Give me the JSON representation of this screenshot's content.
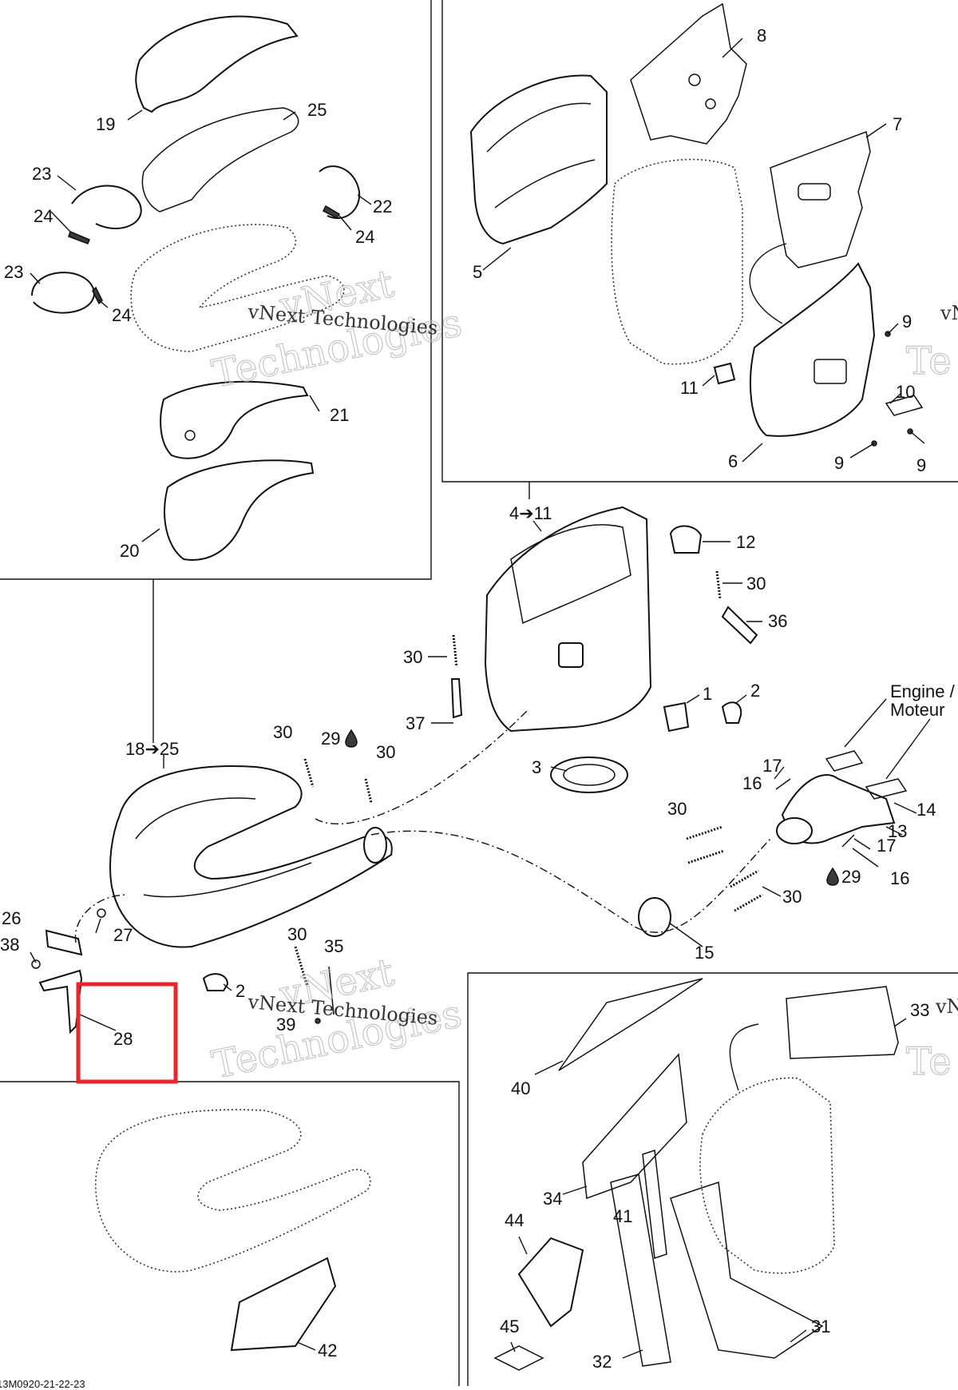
{
  "diagram": {
    "callouts": {
      "c1": "1",
      "c2a": "2",
      "c2b": "2",
      "c3": "3",
      "c4to11": "4➔11",
      "c5": "5",
      "c6": "6",
      "c7": "7",
      "c8": "8",
      "c9a": "9",
      "c9b": "9",
      "c9c": "9",
      "c10": "10",
      "c11": "11",
      "c12": "12",
      "c13": "13",
      "c14": "14",
      "c15": "15",
      "c16a": "16",
      "c16b": "16",
      "c17a": "17",
      "c17b": "17",
      "c18to25": "18➔25",
      "c19": "19",
      "c20": "20",
      "c21": "21",
      "c22": "22",
      "c23a": "23",
      "c23b": "23",
      "c24a": "24",
      "c24b": "24",
      "c24c": "24",
      "c25": "25",
      "c26": "26",
      "c27": "27",
      "c28": "28",
      "c29a": "29",
      "c29b": "29",
      "c30a": "30",
      "c30b": "30",
      "c30c": "30",
      "c30d": "30",
      "c30e": "30",
      "c30f": "30",
      "c30g": "30",
      "c31": "31",
      "c32": "32",
      "c33": "33",
      "c34": "34",
      "c35": "35",
      "c36": "36",
      "c37": "37",
      "c38": "38",
      "c39": "39",
      "c40": "40",
      "c41": "41",
      "c42": "42",
      "c44": "44",
      "c45": "45"
    },
    "engine_label_line1": "Engine /",
    "engine_label_line2": "Moteur",
    "footer_code": "13M0920-21-22-23",
    "watermark": {
      "line1": "vNext",
      "line2": "Technologies",
      "inline": "vNext Technologies",
      "edge": "vN",
      "edge2": "Te"
    },
    "highlight_color": "#e8262d"
  }
}
